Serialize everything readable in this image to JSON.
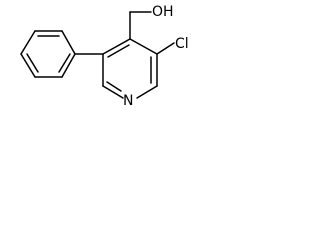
{
  "molecule": {
    "labels": {
      "hydroxyl": "OH",
      "chlorine": "Cl",
      "nitrogen": "N"
    }
  }
}
